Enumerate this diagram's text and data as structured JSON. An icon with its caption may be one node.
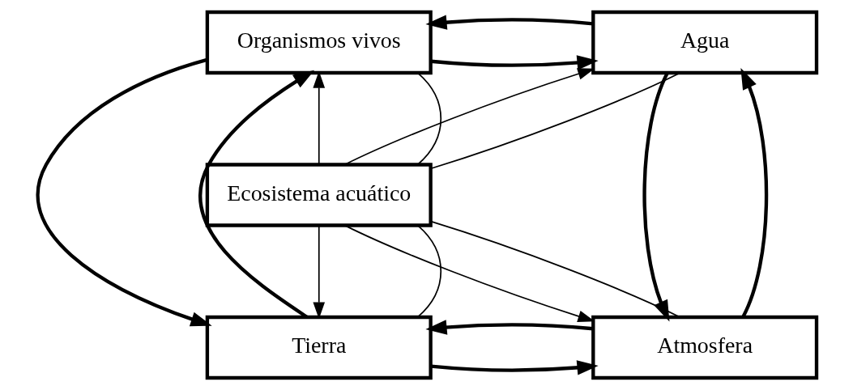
{
  "diagram": {
    "nodes": [
      {
        "text": [
          "Organismos vivos"
        ]
      },
      {
        "text": [
          "Agua"
        ]
      },
      {
        "text": [
          "Ecosistema acuático"
        ]
      },
      {
        "text": [
          "Tierra"
        ]
      },
      {
        "text": [
          "Atmosfera"
        ]
      }
    ],
    "edges": [
      {
        "from": 0,
        "to": 1,
        "arrow": "to",
        "style": "thick"
      },
      {
        "from": 1,
        "to": 0,
        "arrow": "to",
        "style": "thick"
      },
      {
        "from": 0,
        "to": 3,
        "arrow": "to",
        "style": "thick"
      },
      {
        "from": 3,
        "to": 0,
        "arrow": "to",
        "style": "thick"
      },
      {
        "from": 1,
        "to": 4,
        "arrow": "to",
        "style": "thick"
      },
      {
        "from": 4,
        "to": 1,
        "arrow": "to",
        "style": "thick"
      },
      {
        "from": 3,
        "to": 4,
        "arrow": "to",
        "style": "thick"
      },
      {
        "from": 4,
        "to": 3,
        "arrow": "to",
        "style": "thick"
      },
      {
        "from": 2,
        "to": 0,
        "arrow": "to"
      },
      {
        "from": 2,
        "to": 0,
        "arrow": "none"
      },
      {
        "from": 2,
        "to": 1,
        "arrow": "to"
      },
      {
        "from": 2,
        "to": 1,
        "arrow": "none"
      },
      {
        "from": 2,
        "to": 3,
        "arrow": "to"
      },
      {
        "from": 2,
        "to": 3,
        "arrow": "none"
      },
      {
        "from": 2,
        "to": 4,
        "arrow": "to"
      },
      {
        "from": 2,
        "to": 4,
        "arrow": "none"
      }
    ]
  }
}
